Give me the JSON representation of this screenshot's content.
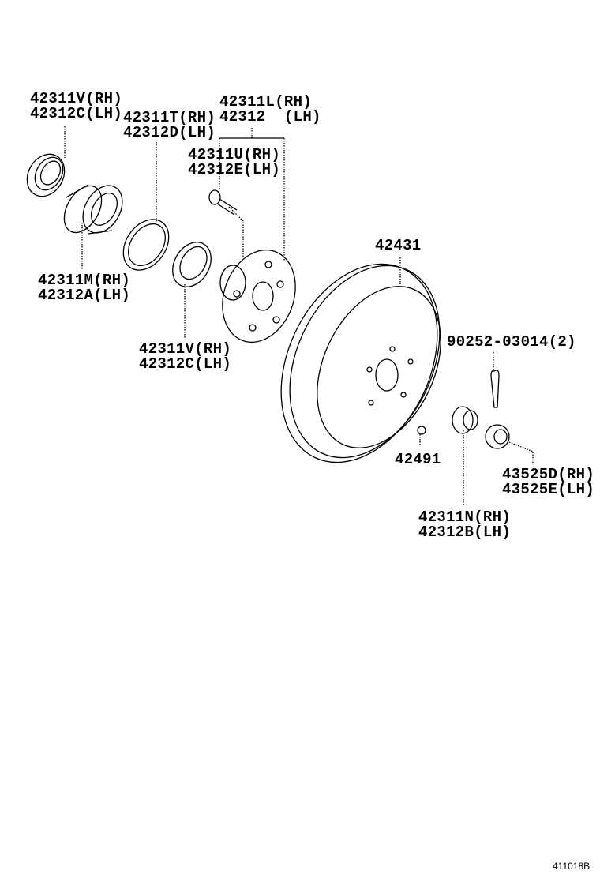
{
  "labels": {
    "outer_seal_top": [
      "42311V(RH)",
      "42312C(LH)"
    ],
    "snap_ring": [
      "42311T(RH)",
      "42312D(LH)"
    ],
    "hub": [
      "42311L(RH)",
      "42312  (LH)"
    ],
    "hub_bolt": [
      "42311U(RH)",
      "42312E(LH)"
    ],
    "bearing": [
      "42311M(RH)",
      "42312A(LH)"
    ],
    "inner_seal": [
      "42311V(RH)",
      "42312C(LH)"
    ],
    "disc": "42431",
    "cotter_pin": "90252-03014(2)",
    "bleeder": "42491",
    "nut_lock_cap": [
      "43525D(RH)",
      "43525E(LH)"
    ],
    "hub_nut": [
      "42311N(RH)",
      "42312B(LH)"
    ]
  },
  "illustration_number": "411018B"
}
